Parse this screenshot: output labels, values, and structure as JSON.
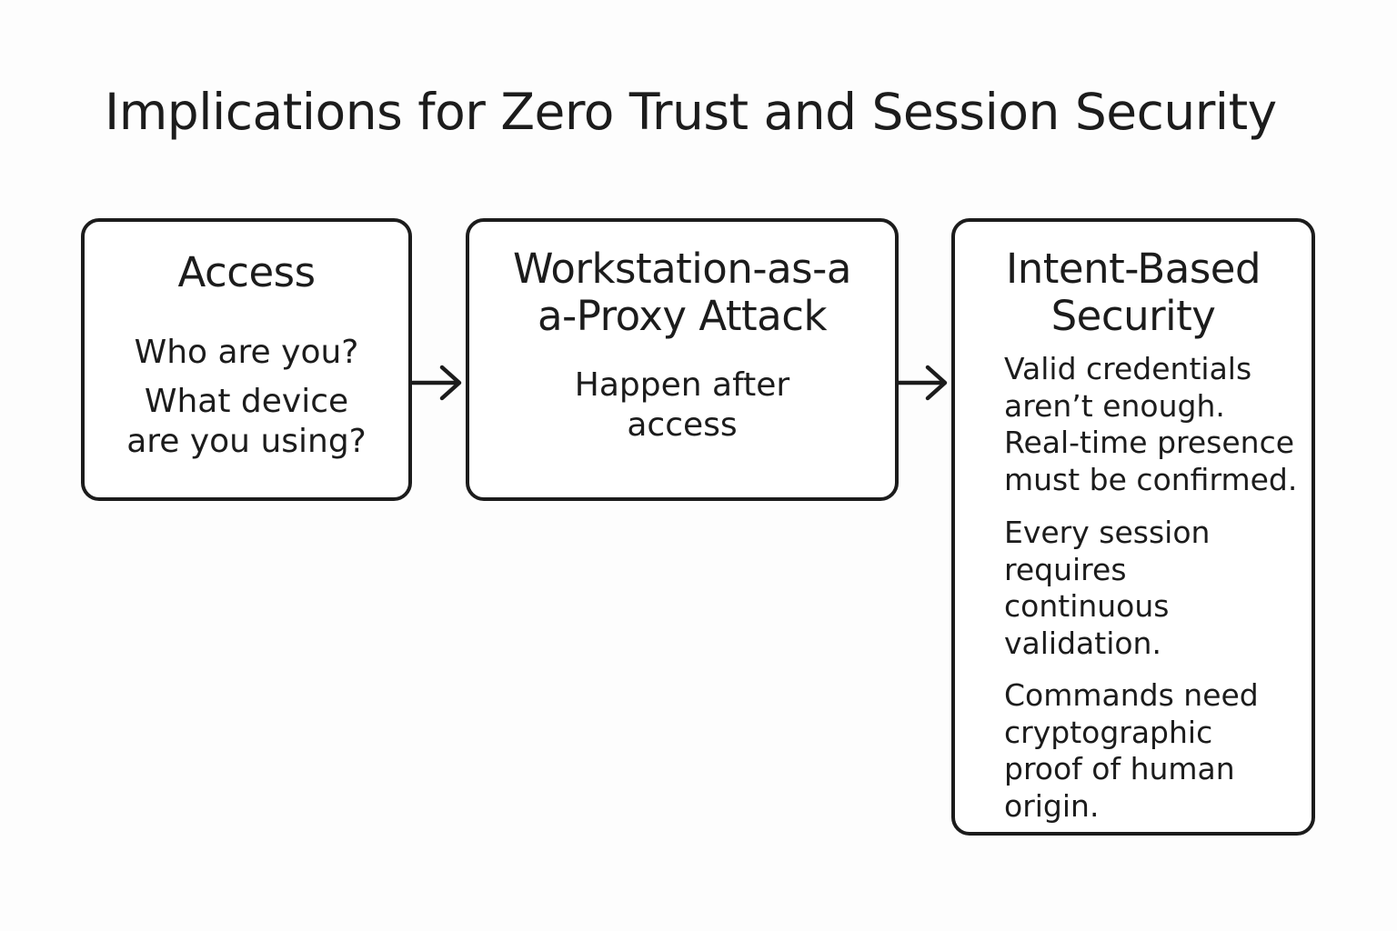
{
  "title": "Implications for Zero Trust and Session Security",
  "boxes": {
    "access": {
      "title": "Access",
      "question_1": "Who are you?",
      "question_2_line_1": "What device",
      "question_2_line_2": "are you using?"
    },
    "proxy": {
      "title_line_1": "Workstation-as-a",
      "title_line_2": "a-Proxy Attack",
      "body_line_1": "Happen after",
      "body_line_2": "access"
    },
    "intent": {
      "title_line_1": "Intent-Based",
      "title_line_2": "Security",
      "point_1_lines": [
        "Valid credentials",
        "aren’t enough.",
        "Real-time presence",
        "must be confirmed."
      ],
      "point_2_lines": [
        "Every session",
        "requires",
        "continuous",
        "validation."
      ],
      "point_3_lines": [
        "Commands need",
        "cryptographic",
        "proof of human",
        "origin."
      ]
    }
  },
  "colors": {
    "stroke": "#1c1c1c",
    "background": "#fdfdfd"
  },
  "icons": {
    "connector": "arrow-right-icon"
  }
}
